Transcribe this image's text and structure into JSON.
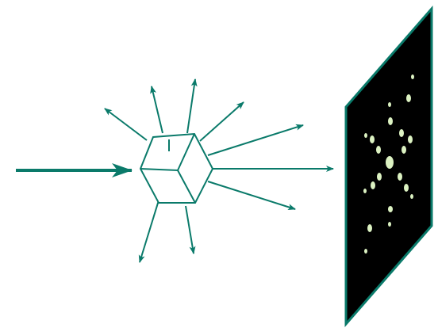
{
  "diagram": {
    "colors": {
      "beam": "#0a7a6a",
      "crystal": "#0a7a6a",
      "screen_fill": "#000000",
      "screen_border": "#0a7a6a",
      "spot": "#dcf2c2",
      "background": "#ffffff"
    },
    "elements": {
      "incident_beam": "incident-beam-arrow",
      "crystal": "cube-crystal",
      "transmitted_beam": "transmitted-beam-arrow",
      "screen": "detector-screen"
    }
  }
}
